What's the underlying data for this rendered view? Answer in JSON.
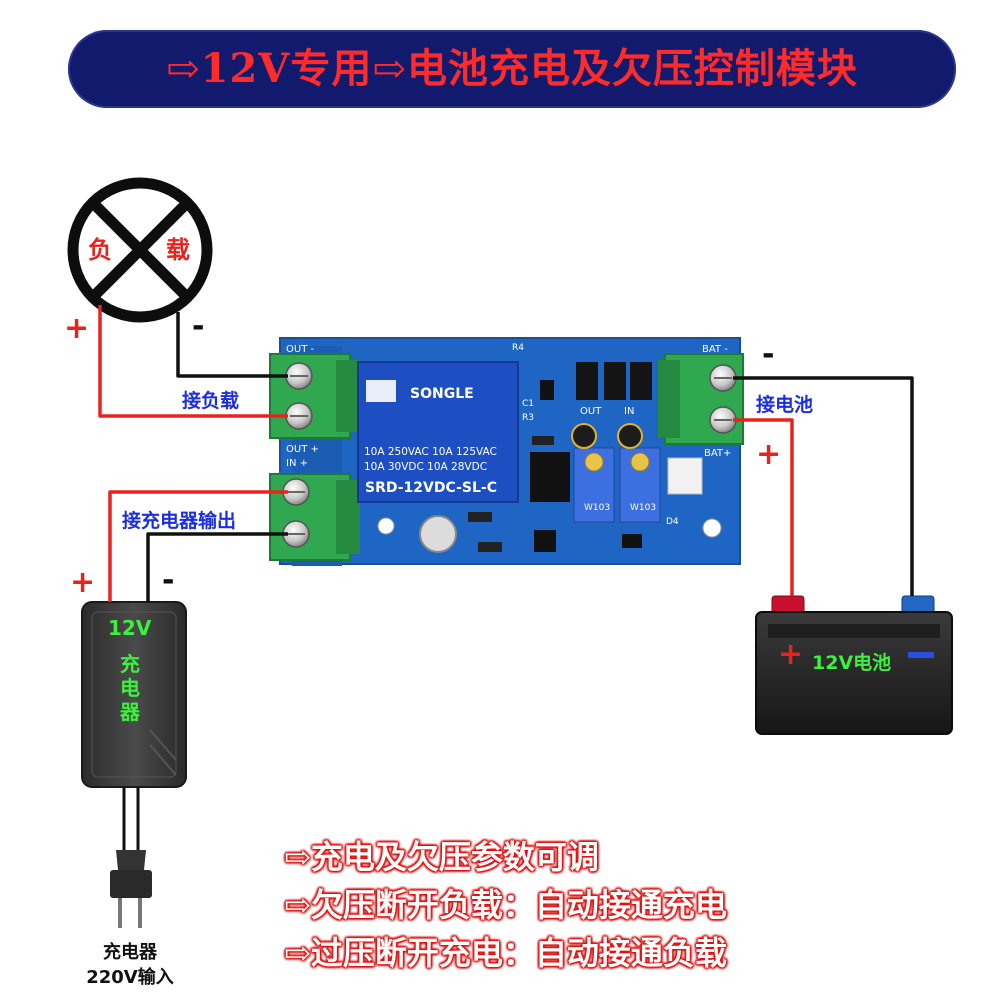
{
  "title": "⇨12V专用⇨电池充电及欠压控制模块",
  "load": {
    "left_char": "负",
    "right_char": "载",
    "plus": "+",
    "minus": "-",
    "label": "接负载"
  },
  "charger_output": {
    "label": "接充电器输出",
    "plus": "+",
    "minus": "-"
  },
  "battery_conn": {
    "label": "接电池",
    "plus": "+",
    "minus": "-"
  },
  "charger": {
    "voltage": "12V",
    "name": "充电器",
    "caption_line1": "充电器",
    "caption_line2": "220V输入"
  },
  "battery": {
    "label": "12V电池",
    "plus": "+"
  },
  "board": {
    "relay_brand": "SONGLE",
    "relay_spec1": "10A 250VAC  10A 125VAC",
    "relay_spec2": "10A  30VDC  10A  28VDC",
    "relay_model": "SRD-12VDC-SL-C",
    "terminal_out_minus": "OUT -",
    "terminal_out_plus": "OUT +",
    "terminal_in_plus": "IN +",
    "terminal_bat_minus": "BAT -",
    "terminal_bat_plus": "BAT+",
    "pot_out": "OUT",
    "pot_in": "IN",
    "pot_value": "W103",
    "r4": "R4",
    "r3": "R3",
    "c1": "C1",
    "d4": "D4"
  },
  "features": [
    "⇨充电及欠压参数可调",
    "⇨欠压断开负载：自动接通充电",
    "⇨过压断开充电：自动接通负载"
  ],
  "colors": {
    "banner": "#121a6e",
    "title": "#ff2a2a",
    "label": "#1b2fe0",
    "wire_red": "#e8221c",
    "wire_black": "#111111",
    "board": "#1f66c4",
    "terminal": "#2fa84f",
    "relay": "#1e4fc2"
  }
}
